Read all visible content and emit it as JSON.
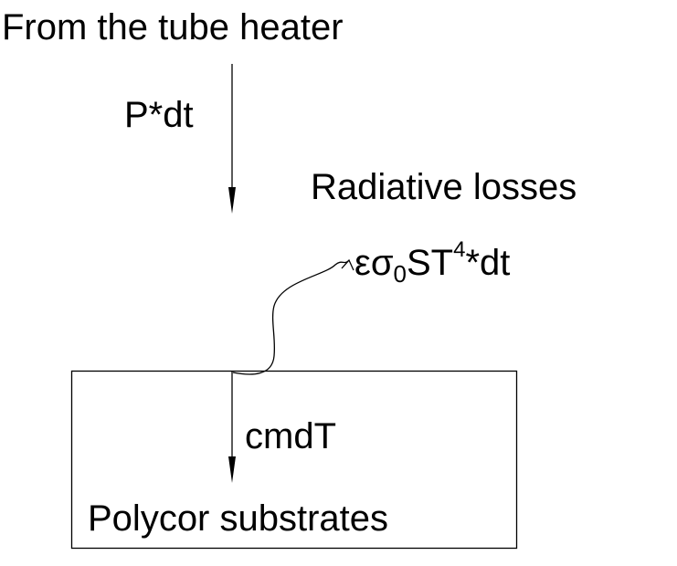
{
  "labels": {
    "source": "From the tube heater",
    "power": "P*dt",
    "radiative_title": "Radiative losses",
    "radiative_formula": {
      "prefix": "εσ",
      "sub": "0",
      "mid": "ST",
      "sup": "4",
      "suffix": "*dt"
    },
    "heat_capacity": "cmdT",
    "substrate": "Polycor substrates"
  }
}
